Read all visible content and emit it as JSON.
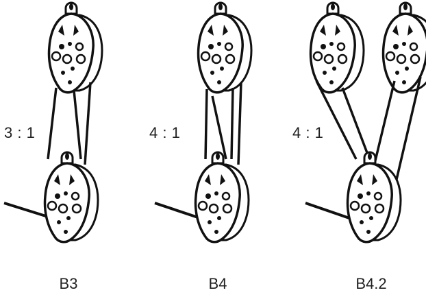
{
  "setups": [
    {
      "id": "B3",
      "ratio": "3 : 1",
      "caption": "B3"
    },
    {
      "id": "B4",
      "ratio": "4 : 1",
      "caption": "B4"
    },
    {
      "id": "B4.2",
      "ratio": "4 : 1",
      "caption": "B4.2"
    }
  ],
  "colors": {
    "ink": "#111111",
    "paper": "#ffffff",
    "text": "#222222"
  }
}
